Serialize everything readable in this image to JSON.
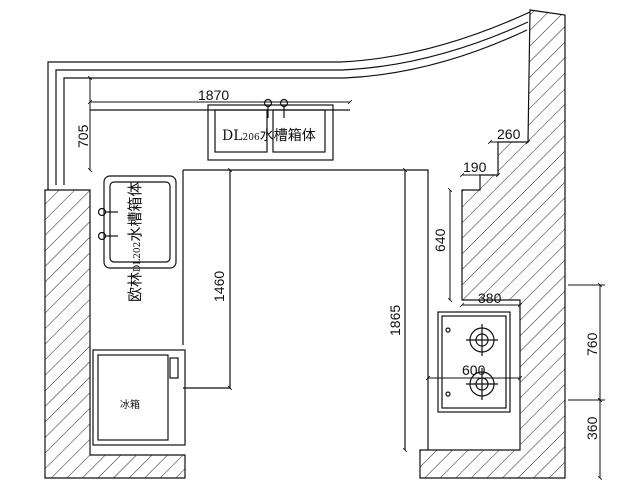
{
  "dimensions": {
    "top_counter_width": "1870",
    "top_counter_depth": "705",
    "left_run_length": "1460",
    "right_run_length": "1865",
    "right_wall_step_1": "260",
    "right_wall_step_2": "190",
    "right_wall_segment": "640",
    "stove_offset": "380",
    "stove_width": "600",
    "right_side_upper": "760",
    "right_side_lower": "360"
  },
  "labels": {
    "top_sink_prefix": "DL",
    "top_sink_model": "206",
    "top_sink_name": "水槽箱体",
    "left_sink_prefix": "欧林",
    "left_sink_model": "DL202",
    "left_sink_name": "水槽箱体",
    "fridge": "冰箱"
  },
  "colors": {
    "line": "#111111",
    "hatch": "#222222",
    "background": "#ffffff"
  }
}
